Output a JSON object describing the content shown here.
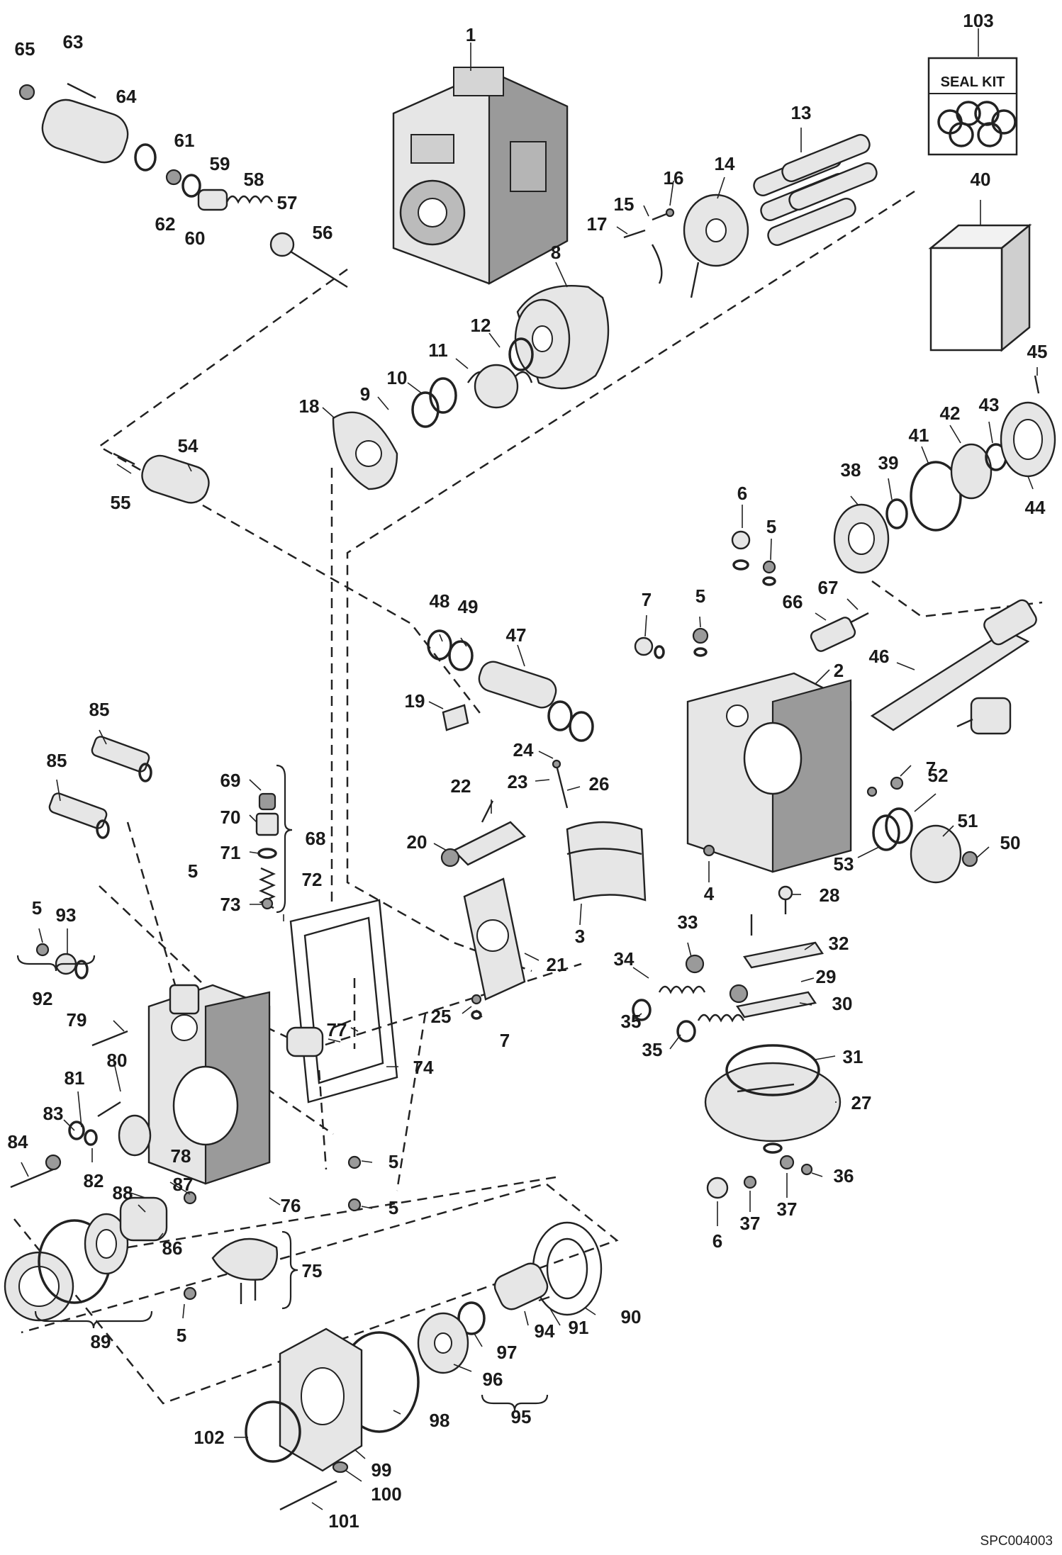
{
  "title": "",
  "drawing_code": "SPC004003",
  "seal_kit_label": "SEAL KIT",
  "callouts": [
    "1",
    "2",
    "3",
    "4",
    "5",
    "6",
    "7",
    "8",
    "9",
    "10",
    "11",
    "12",
    "13",
    "14",
    "15",
    "16",
    "17",
    "18",
    "19",
    "20",
    "21",
    "22",
    "23",
    "24",
    "25",
    "26",
    "27",
    "28",
    "29",
    "30",
    "31",
    "32",
    "33",
    "34",
    "35",
    "36",
    "37",
    "38",
    "39",
    "40",
    "41",
    "42",
    "43",
    "44",
    "45",
    "46",
    "47",
    "48",
    "49",
    "50",
    "51",
    "52",
    "53",
    "54",
    "55",
    "56",
    "57",
    "58",
    "59",
    "60",
    "61",
    "62",
    "63",
    "64",
    "65",
    "66",
    "67",
    "68",
    "69",
    "70",
    "71",
    "72",
    "73",
    "74",
    "75",
    "76",
    "77",
    "78",
    "79",
    "80",
    "81",
    "82",
    "83",
    "84",
    "85",
    "86",
    "87",
    "88",
    "89",
    "90",
    "91",
    "92",
    "93",
    "94",
    "95",
    "96",
    "97",
    "98",
    "99",
    "100",
    "101",
    "102",
    "103"
  ]
}
